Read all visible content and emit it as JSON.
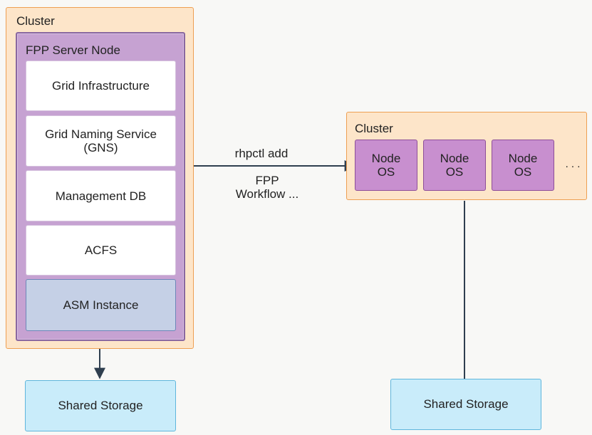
{
  "left_cluster": {
    "label": "Cluster",
    "server_node": {
      "label": "FPP Server Node",
      "components": [
        {
          "label": "Grid Infrastructure"
        },
        {
          "label_line1": "Grid Naming Service",
          "label_line2": "(GNS)"
        },
        {
          "label": "Management DB"
        },
        {
          "label": "ACFS"
        },
        {
          "label": "ASM Instance"
        }
      ]
    }
  },
  "right_cluster": {
    "label": "Cluster",
    "nodes": [
      {
        "line1": "Node",
        "line2": "OS"
      },
      {
        "line1": "Node",
        "line2": "OS"
      },
      {
        "line1": "Node",
        "line2": "OS"
      }
    ],
    "more": ". . ."
  },
  "connector": {
    "command": "rhpctl add",
    "subtitle_line1": "FPP",
    "subtitle_line2": "Workflow ..."
  },
  "left_storage": {
    "label": "Shared Storage"
  },
  "right_storage": {
    "label": "Shared Storage"
  },
  "colors": {
    "cluster_fill": "#fde5c9",
    "cluster_border": "#ee9f52",
    "server_fill": "#c6a2d2",
    "node_fill": "#c88fcf",
    "asm_fill": "#c5d0e6",
    "storage_fill": "#c9ecfa",
    "line": "#2f3f4f"
  }
}
